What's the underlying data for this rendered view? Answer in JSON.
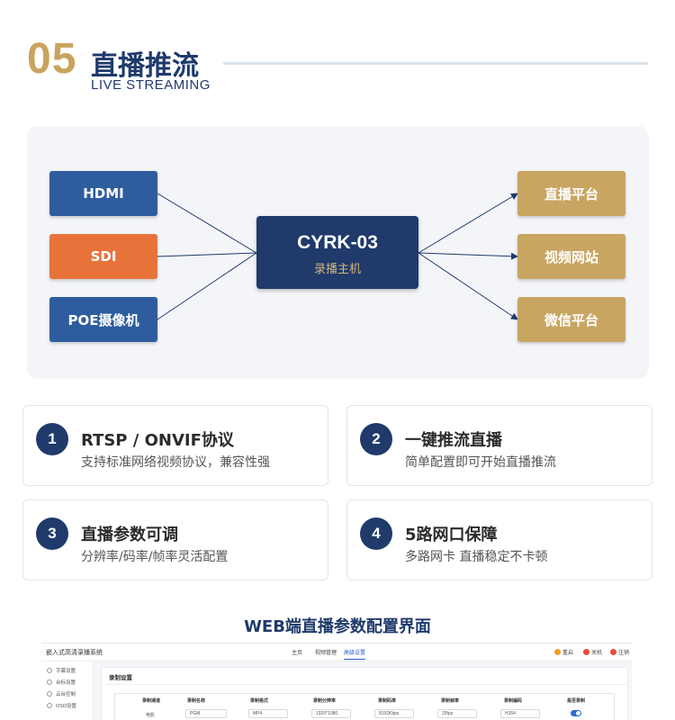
{
  "section": {
    "number": "05",
    "title": "直播推流",
    "subtitle": "LIVE STREAMING"
  },
  "diagram": {
    "inputs": [
      "HDMI",
      "SDI",
      "POE摄像机"
    ],
    "core": {
      "title": "CYRK-03",
      "subtitle": "录播主机"
    },
    "outputs": [
      "直播平台",
      "视频网站",
      "微信平台"
    ],
    "colors": {
      "input": "#2e5d9e",
      "sdi": "#e8733a",
      "core": "#1f3a6b",
      "output": "#c9a562"
    }
  },
  "features": [
    {
      "number": "1",
      "title": "RTSP / ONVIF协议",
      "desc": "支持标准网络视频协议，兼容性强"
    },
    {
      "number": "2",
      "title": "一键推流直播",
      "desc": "简单配置即可开始直播推流"
    },
    {
      "number": "3",
      "title": "直播参数可调",
      "desc": "分辨率/码率/帧率灵活配置"
    },
    {
      "number": "4",
      "title": "5路网口保障",
      "desc": "多路网卡 直播稳定不卡顿"
    }
  ],
  "web_caption": "WEB端直播参数配置界面",
  "web_ui": {
    "brand": "嵌入式高清录播系统",
    "nav": [
      "主页",
      "视频管理",
      "高级设置"
    ],
    "active_nav": "高级设置",
    "actions": [
      "重启",
      "关机",
      "注销"
    ],
    "sidebar": [
      "字幕设置",
      "台标设置",
      "云台控制",
      "OSD设置"
    ],
    "panel_title": "录制设置",
    "table_headers": [
      "录制通道",
      "录制名称",
      "录制格式",
      "录制分辨率",
      "录制码率",
      "录制帧率",
      "录制编码",
      "是否录制"
    ],
    "row": [
      "电影",
      "PGM",
      "MP4",
      "1920*1080",
      "8192Kbps",
      "25fps",
      "H264"
    ],
    "toggle_on": true
  }
}
